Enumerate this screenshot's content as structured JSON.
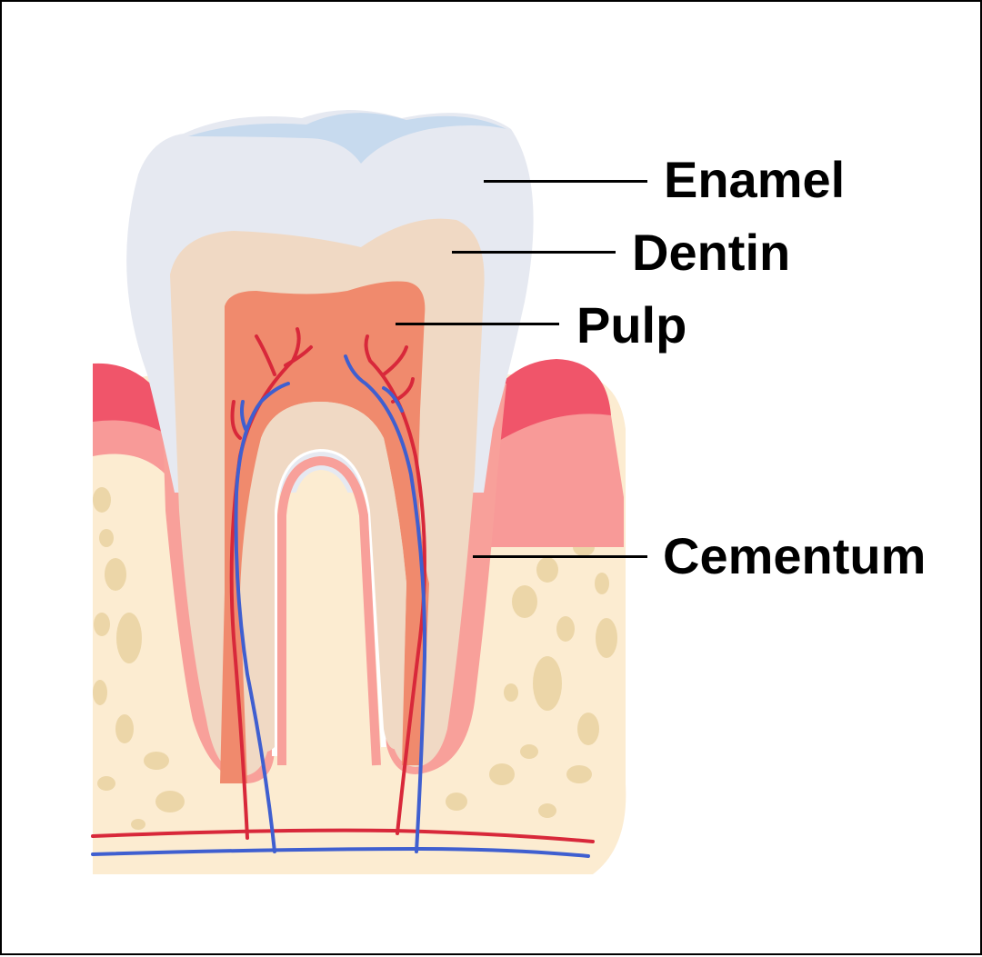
{
  "labels": {
    "enamel": "Enamel",
    "dentin": "Dentin",
    "pulp": "Pulp",
    "cementum": "Cementum"
  },
  "colors": {
    "enamel": "#e6e9f1",
    "enamel_cusp": "#c7daee",
    "dentin": "#f0d9c4",
    "pulp": "#f08a6d",
    "cementum": "#f8a09a",
    "gum_outer": "#f0556a",
    "gum_inner": "#f89a98",
    "bone": "#fcecd1",
    "bone_spots": "#ecd6a8",
    "artery": "#d8283a",
    "vein": "#3f5fd0"
  }
}
